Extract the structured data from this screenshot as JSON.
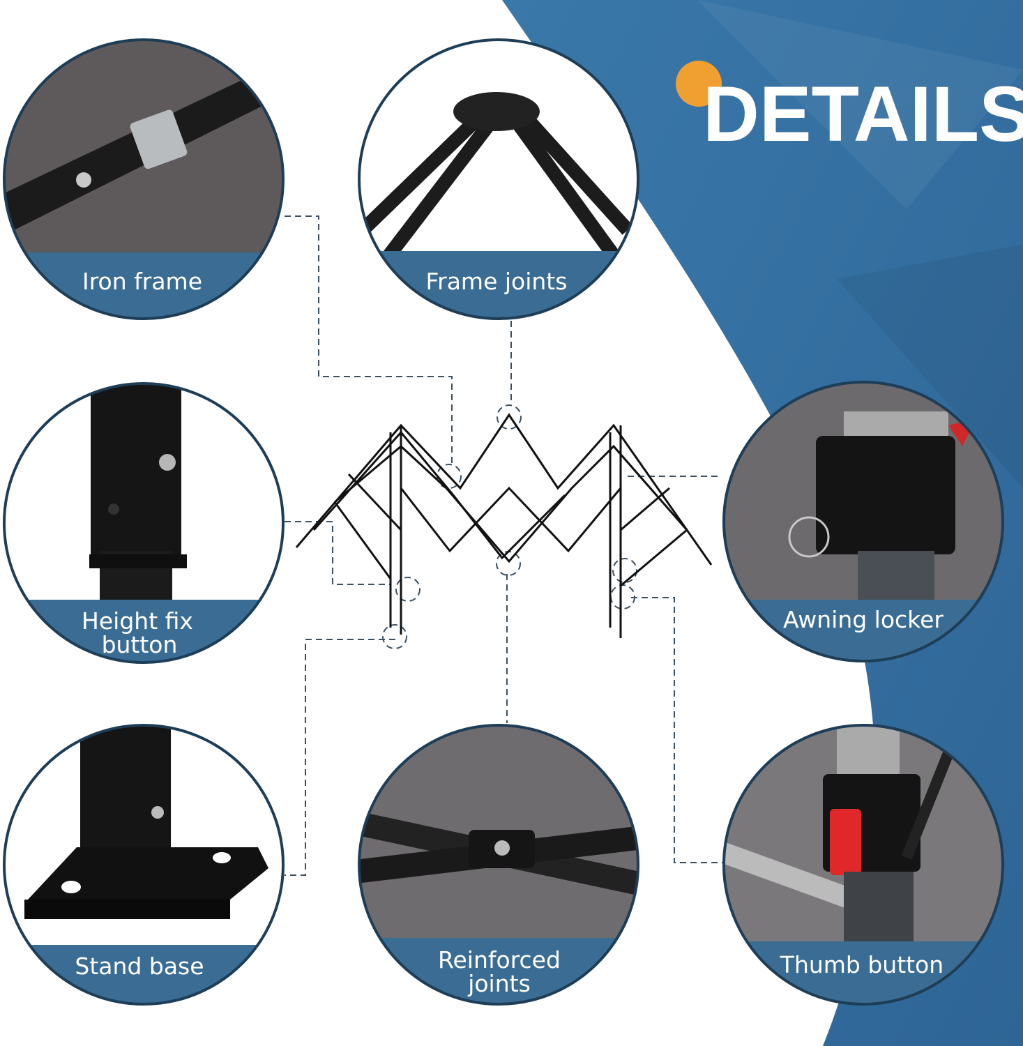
{
  "title": "DETAILS",
  "colors": {
    "brand_blue": "#3a75a6",
    "band_blue": "#3b6d94",
    "accent_orange": "#f0a030"
  },
  "features": [
    {
      "label_lines": [
        "Iron frame"
      ]
    },
    {
      "label_lines": [
        "Frame joints"
      ]
    },
    {
      "label_lines": [
        "Height fix",
        "button"
      ]
    },
    {
      "label_lines": [
        "Awning locker"
      ]
    },
    {
      "label_lines": [
        "Stand base"
      ]
    },
    {
      "label_lines": [
        "Reinforced",
        "joints"
      ]
    },
    {
      "label_lines": [
        "Thumb button"
      ]
    }
  ]
}
